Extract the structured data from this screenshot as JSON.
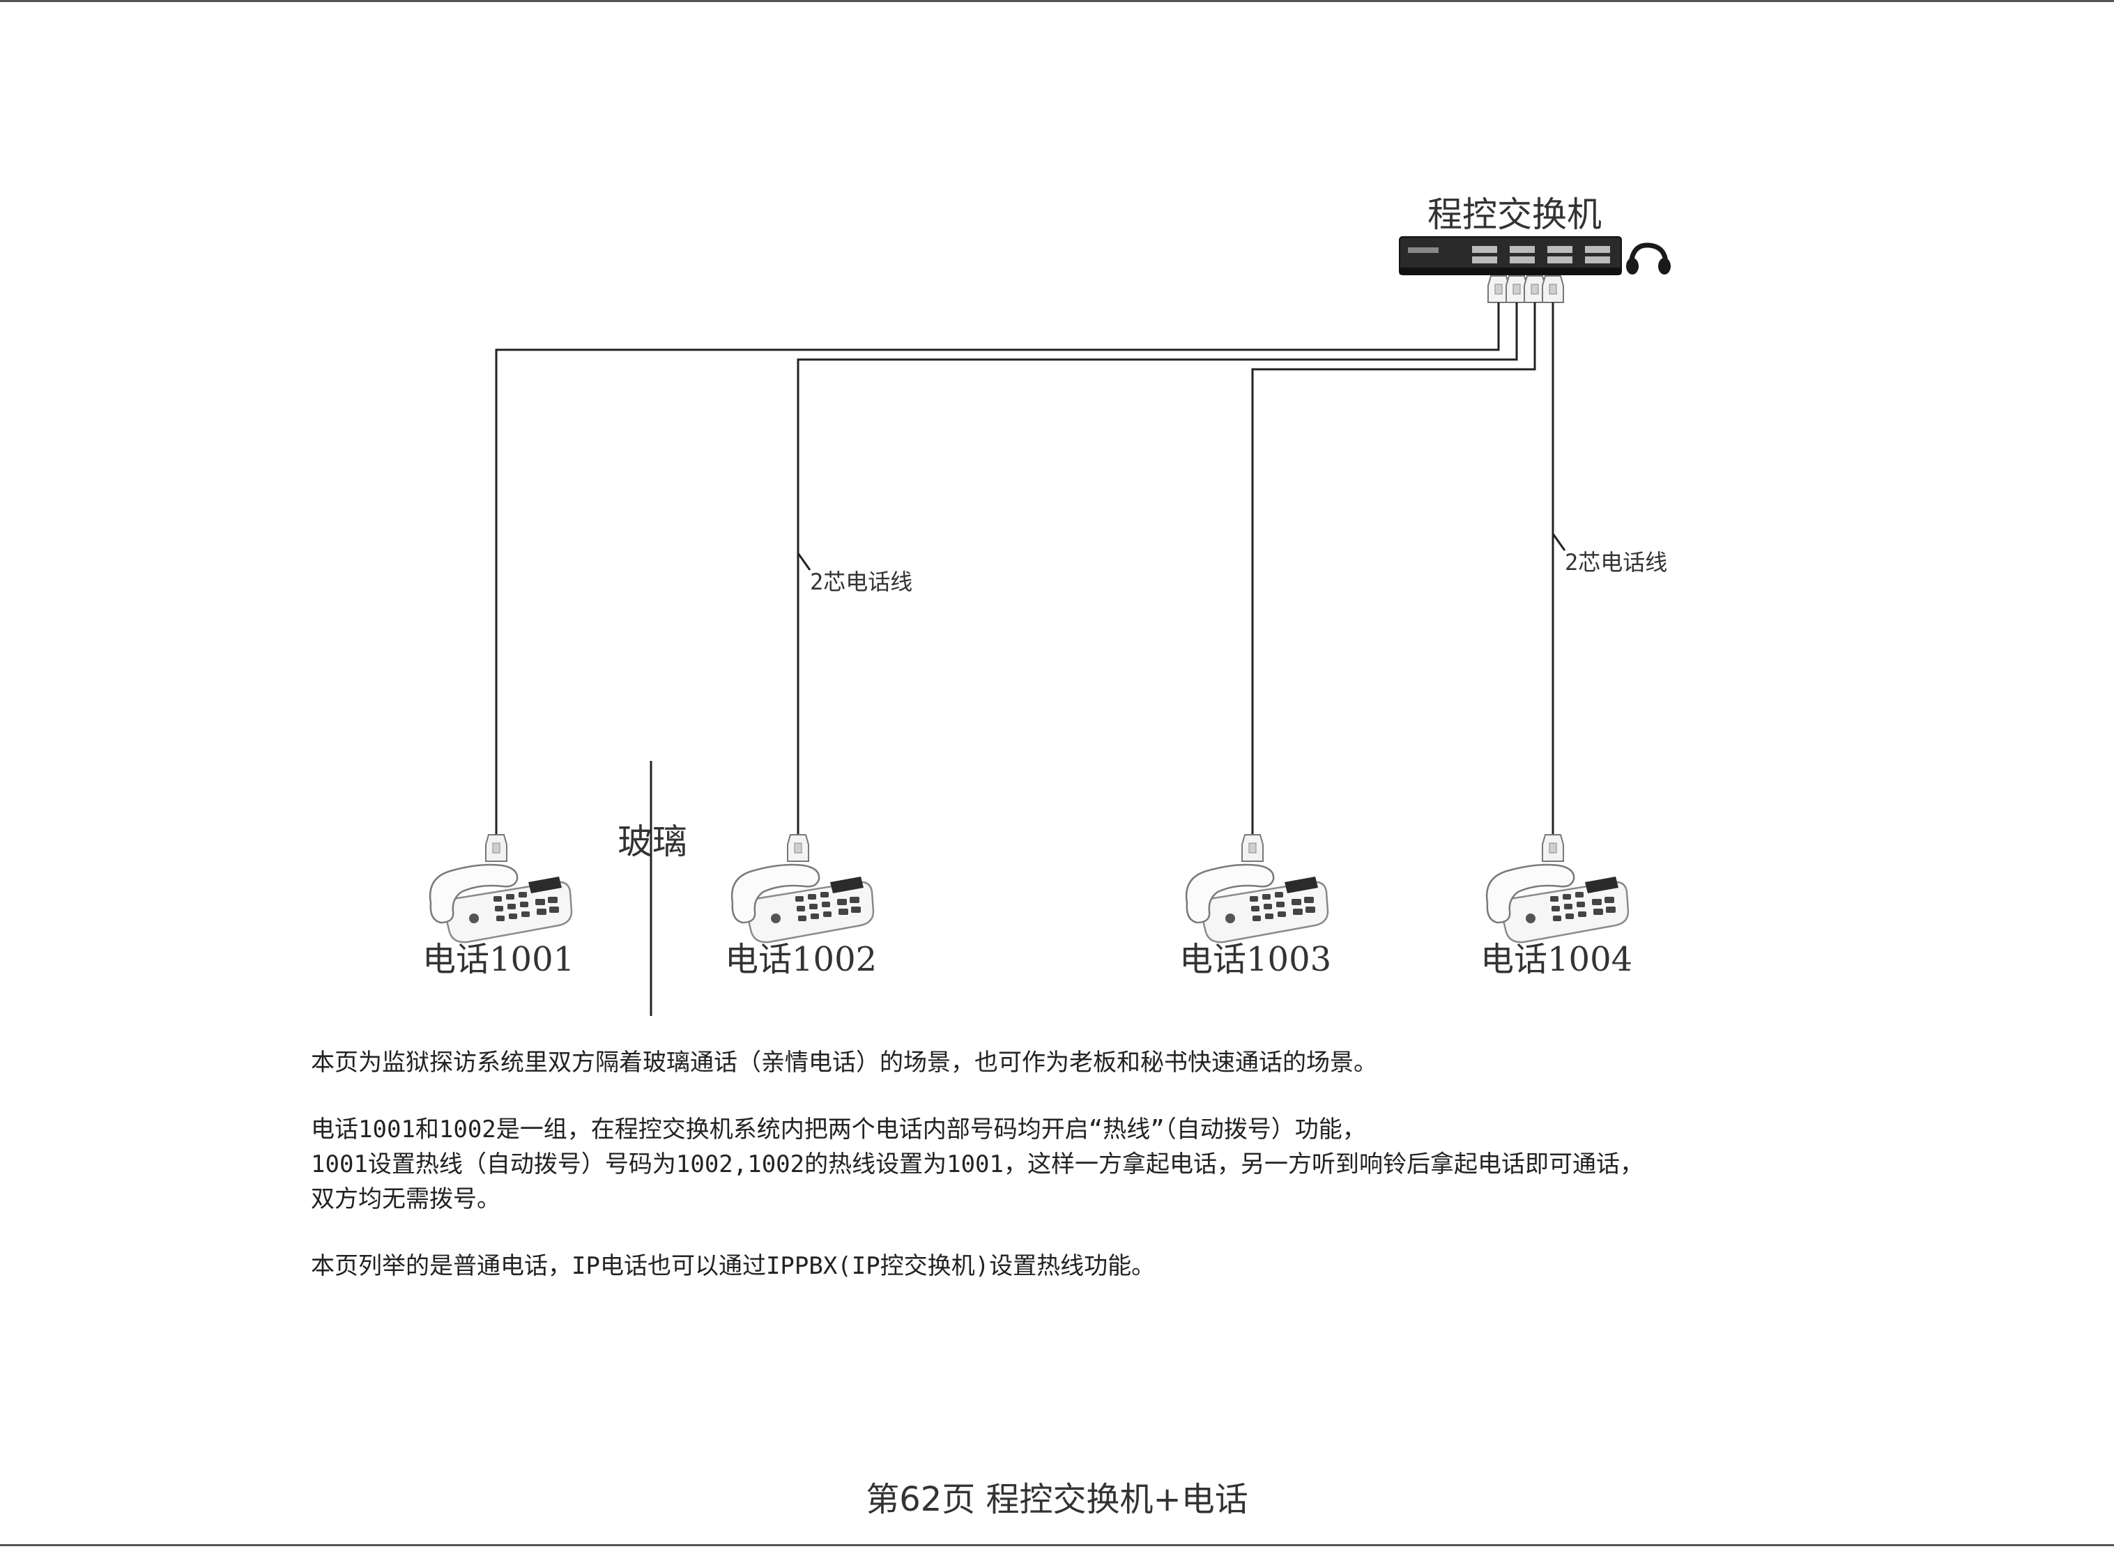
{
  "diagram": {
    "switch_label": "程控交换机",
    "glass_label": "玻璃",
    "wire_label_1": "2芯电话线",
    "wire_label_2": "2芯电话线",
    "phones": [
      {
        "label": "电话1001"
      },
      {
        "label": "电话1002"
      },
      {
        "label": "电话1003"
      },
      {
        "label": "电话1004"
      }
    ],
    "icons": [
      "pbx-switch-icon",
      "headset-icon",
      "rj11-connector-icon",
      "desk-phone-icon"
    ]
  },
  "description": {
    "line1": "本页为监狱探访系统里双方隔着玻璃通话（亲情电话）的场景，也可作为老板和秘书快速通话的场景。",
    "line2": "电话1001和1002是一组，在程控交换机系统内把两个电话内部号码均开启“热线”（自动拨号）功能，",
    "line3": "1001设置热线（自动拨号）号码为1002,1002的热线设置为1001，这样一方拿起电话，另一方听到响铃后拿起电话即可通话，",
    "line4": "双方均无需拨号。",
    "line5": "本页列举的是普通电话，IP电话也可以通过IPPBX(IP控交换机)设置热线功能。"
  },
  "footer": {
    "text": "第62页  程控交换机+电话"
  }
}
